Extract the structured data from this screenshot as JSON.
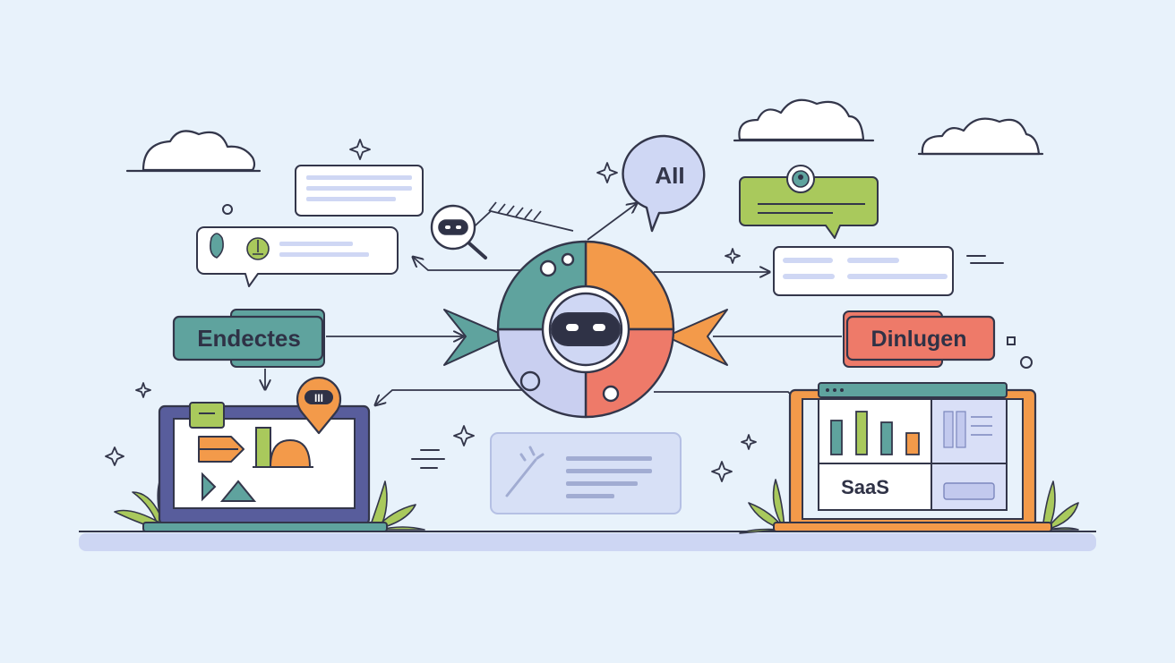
{
  "labels": {
    "left_tag": "Endectes",
    "right_tag": "Dinlugen",
    "ai_bubble": "AII",
    "saas": "SaaS",
    "device_badge": "III"
  },
  "colors": {
    "background": "#e8f2fb",
    "outline": "#33364a",
    "teal": "#5fa39e",
    "orange": "#f39a4a",
    "coral": "#ee7a69",
    "lavender": "#c9cff0",
    "green": "#a9c95c",
    "blue_soft": "#cfd7f4",
    "white": "#ffffff"
  },
  "icons": {
    "hub": "robot-face-icon",
    "search": "robot-magnifier-icon",
    "cloud": "cloud-icon",
    "sparkle": "sparkle-icon",
    "pin": "location-pin-icon",
    "plant": "plant-icon",
    "wand": "magic-wand-icon"
  }
}
